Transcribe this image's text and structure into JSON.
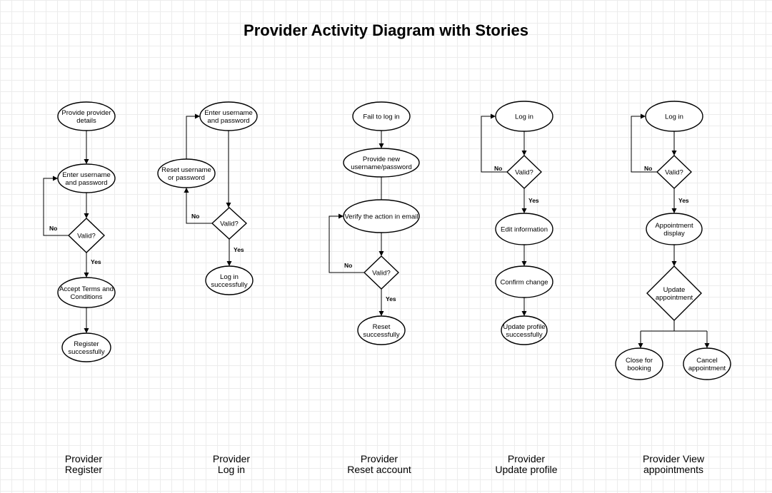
{
  "title": "Provider Activity Diagram with Stories",
  "lanes": [
    {
      "caption": [
        "Provider",
        "Register"
      ],
      "nodes": [
        {
          "id": "r1",
          "lines": [
            "Provide provider",
            "details"
          ]
        },
        {
          "id": "r2",
          "lines": [
            "Enter username",
            "and password"
          ]
        },
        {
          "id": "r3",
          "lines": [
            "Valid?"
          ]
        },
        {
          "id": "r4",
          "lines": [
            "Accept Terms and",
            "Conditions"
          ]
        },
        {
          "id": "r5",
          "lines": [
            "Register",
            "successfully"
          ]
        }
      ],
      "edge_labels": {
        "no": "No",
        "yes": "Yes"
      }
    },
    {
      "caption": [
        "Provider",
        "Log in"
      ],
      "nodes": [
        {
          "id": "l1",
          "lines": [
            "Enter username",
            "and password"
          ]
        },
        {
          "id": "l2",
          "lines": [
            "Reset username",
            "or password"
          ]
        },
        {
          "id": "l3",
          "lines": [
            "Valid?"
          ]
        },
        {
          "id": "l4",
          "lines": [
            "Log in",
            "successfully"
          ]
        }
      ],
      "edge_labels": {
        "no": "No",
        "yes": "Yes"
      }
    },
    {
      "caption": [
        "Provider",
        "Reset account"
      ],
      "nodes": [
        {
          "id": "a1",
          "lines": [
            "Fail to log in"
          ]
        },
        {
          "id": "a2",
          "lines": [
            "Provide new",
            "username/password"
          ]
        },
        {
          "id": "a3",
          "lines": [
            "Verify the action in email"
          ]
        },
        {
          "id": "a4",
          "lines": [
            "Valid?"
          ]
        },
        {
          "id": "a5",
          "lines": [
            "Reset",
            "successfully"
          ]
        }
      ],
      "edge_labels": {
        "no": "No",
        "yes": "Yes"
      }
    },
    {
      "caption": [
        "Provider",
        "Update profile"
      ],
      "nodes": [
        {
          "id": "u1",
          "lines": [
            "Log in"
          ]
        },
        {
          "id": "u2",
          "lines": [
            "Valid?"
          ]
        },
        {
          "id": "u3",
          "lines": [
            "Edit information"
          ]
        },
        {
          "id": "u4",
          "lines": [
            "Confirm change"
          ]
        },
        {
          "id": "u5",
          "lines": [
            "Update profile",
            "successfully"
          ]
        }
      ],
      "edge_labels": {
        "no": "No",
        "yes": "Yes"
      }
    },
    {
      "caption": [
        "Provider View",
        "appointments"
      ],
      "nodes": [
        {
          "id": "v1",
          "lines": [
            "Log in"
          ]
        },
        {
          "id": "v2",
          "lines": [
            "Valid?"
          ]
        },
        {
          "id": "v3",
          "lines": [
            "Appointment",
            "display"
          ]
        },
        {
          "id": "v4",
          "lines": [
            "Update",
            "appointment"
          ]
        },
        {
          "id": "v5",
          "lines": [
            "Close for",
            "booking"
          ]
        },
        {
          "id": "v6",
          "lines": [
            "Cancel",
            "appointment"
          ]
        }
      ],
      "edge_labels": {
        "no": "No",
        "yes": "Yes"
      }
    }
  ],
  "colors": {
    "stroke": "#000000",
    "fill": "#ffffff",
    "grid": "#ececec"
  }
}
